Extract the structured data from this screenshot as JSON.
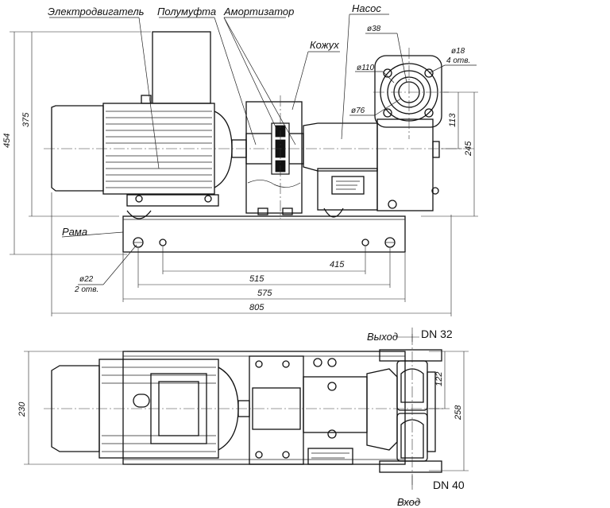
{
  "labels": {
    "motor": "Электродвигатель",
    "coupling": "Полумуфта",
    "damper": "Амортизатор",
    "pump": "Насос",
    "casing": "Кожух",
    "frame": "Рама",
    "outlet": "Выход",
    "inlet": "Вход"
  },
  "dimensions": {
    "d38": "ø38",
    "d18": "ø18",
    "holes4": "4 отв.",
    "d110": "ø110",
    "d76": "ø76",
    "h113": "113",
    "h245": "245",
    "h375": "375",
    "h454": "454",
    "w415": "415",
    "w515": "515",
    "w575": "575",
    "w805": "805",
    "d22": "ø22",
    "holes2": "2 отв.",
    "h230": "230",
    "h122": "122",
    "h258": "258",
    "dn_out": "DN 32",
    "dn_in": "DN 40"
  }
}
